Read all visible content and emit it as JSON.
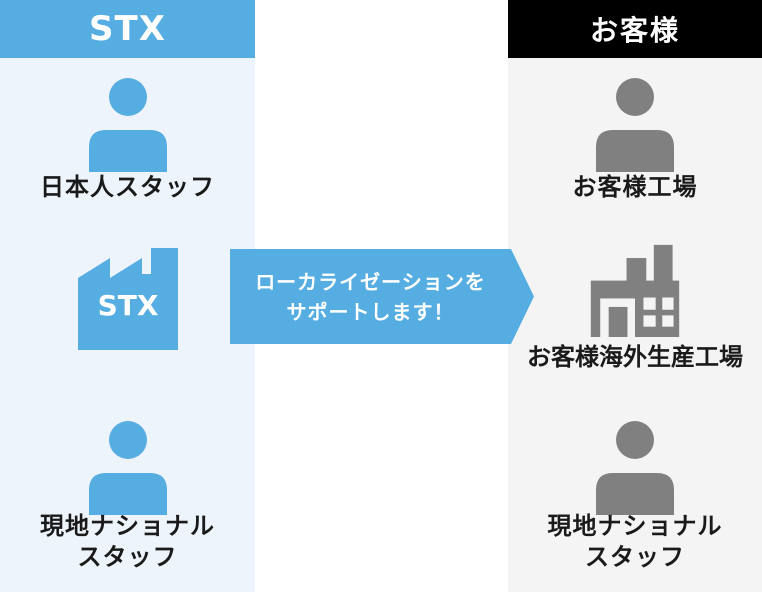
{
  "colors": {
    "blue": "#56ade2",
    "light_blue_bg": "#eef4fb",
    "gray_bg": "#f4f4f4",
    "icon_gray": "#808080",
    "header_black": "#000000",
    "text": "#1a1a1a",
    "white": "#ffffff"
  },
  "left_column": {
    "header": "STX",
    "items": [
      {
        "icon": "person-icon",
        "label": "日本人スタッフ"
      },
      {
        "icon": "factory-icon",
        "label": "STX"
      },
      {
        "icon": "person-icon",
        "label": "現地ナショナル",
        "label2": "スタッフ"
      }
    ]
  },
  "right_column": {
    "header": "お客様",
    "items": [
      {
        "icon": "person-icon",
        "label": "お客様工場"
      },
      {
        "icon": "building-icon",
        "label": "お客様海外生産工場"
      },
      {
        "icon": "person-icon",
        "label": "現地ナショナル",
        "label2": "スタッフ"
      }
    ]
  },
  "arrow": {
    "line1": "ローカライゼーションを",
    "line2": "サポートします！"
  }
}
